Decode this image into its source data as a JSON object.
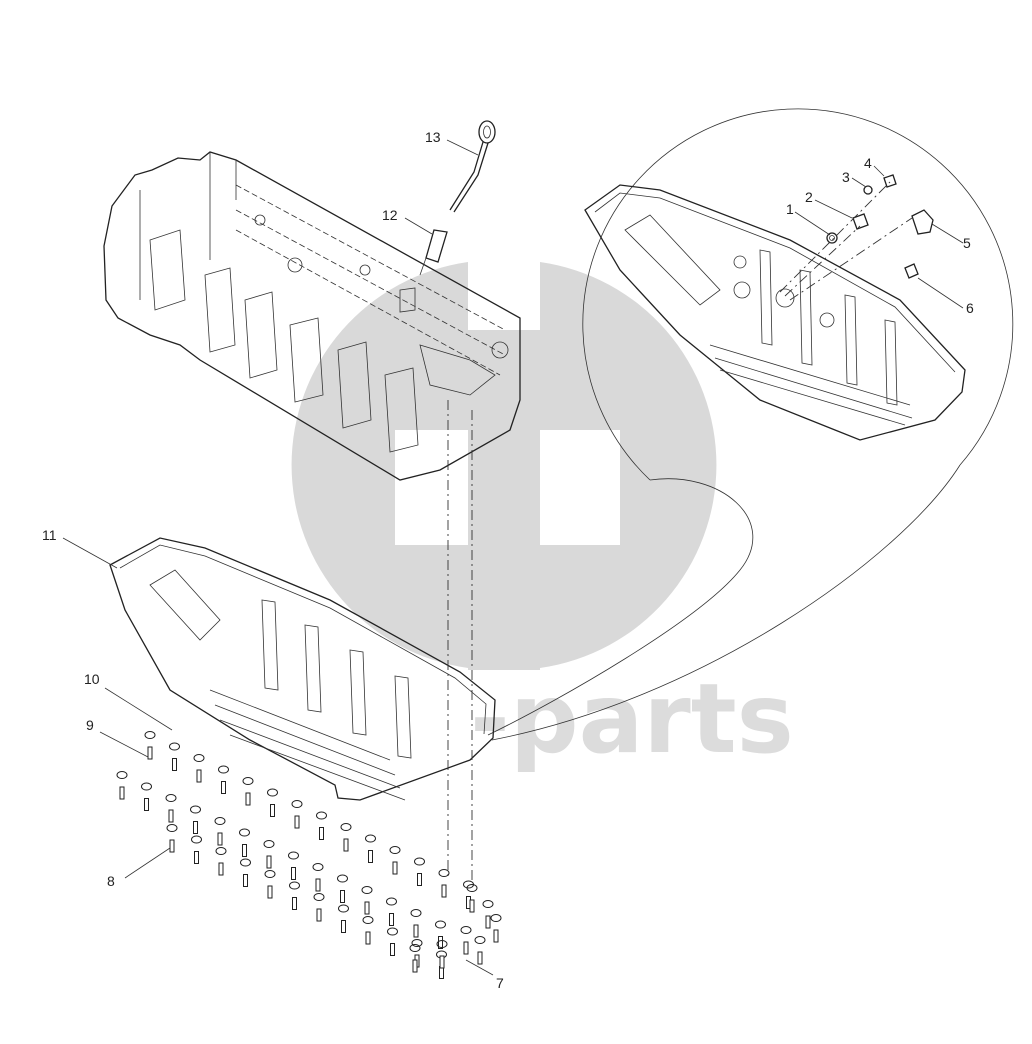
{
  "watermark": {
    "text": "-parts"
  },
  "diagram": {
    "callouts": [
      {
        "id": "1",
        "label": "1"
      },
      {
        "id": "2",
        "label": "2"
      },
      {
        "id": "3",
        "label": "3"
      },
      {
        "id": "4",
        "label": "4"
      },
      {
        "id": "5",
        "label": "5"
      },
      {
        "id": "6",
        "label": "6"
      },
      {
        "id": "7",
        "label": "7"
      },
      {
        "id": "8",
        "label": "8"
      },
      {
        "id": "9",
        "label": "9"
      },
      {
        "id": "10",
        "label": "10"
      },
      {
        "id": "11",
        "label": "11"
      },
      {
        "id": "12",
        "label": "12"
      },
      {
        "id": "13",
        "label": "13"
      }
    ]
  },
  "colors": {
    "line": "#222222",
    "watermark": "#dcdcdc",
    "background": "#ffffff"
  }
}
